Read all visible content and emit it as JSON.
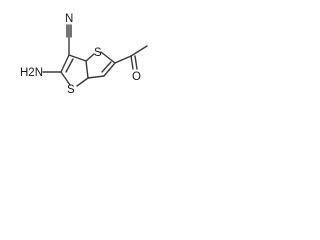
{
  "molecule": {
    "atoms": {
      "sulfur_top": "S",
      "sulfur_bottom": "S",
      "nitrile_nitrogen": "N",
      "amine_label": "H2N",
      "carbonyl_oxygen": "O"
    }
  }
}
